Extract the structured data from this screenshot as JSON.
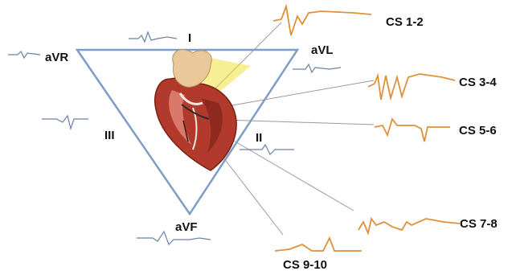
{
  "limb_leads": {
    "avr": "aVR",
    "avl": "aVL",
    "avf": "aVF",
    "lead_i": "I",
    "lead_ii": "II",
    "lead_iii": "III"
  },
  "cs_leads": {
    "cs12": "CS 1-2",
    "cs34": "CS 3-4",
    "cs56": "CS 5-6",
    "cs78": "CS 7-8",
    "cs910": "CS 9-10"
  },
  "colors": {
    "triangle": "#7f9cc6",
    "ecg_trace": "#6a82a8",
    "cs_trace": "#e0903a",
    "connector": "#9a9a9a",
    "catheter": "#f0e23a"
  },
  "icons": [
    "heart-illustration",
    "catheter-fluoroscopy-beam"
  ]
}
